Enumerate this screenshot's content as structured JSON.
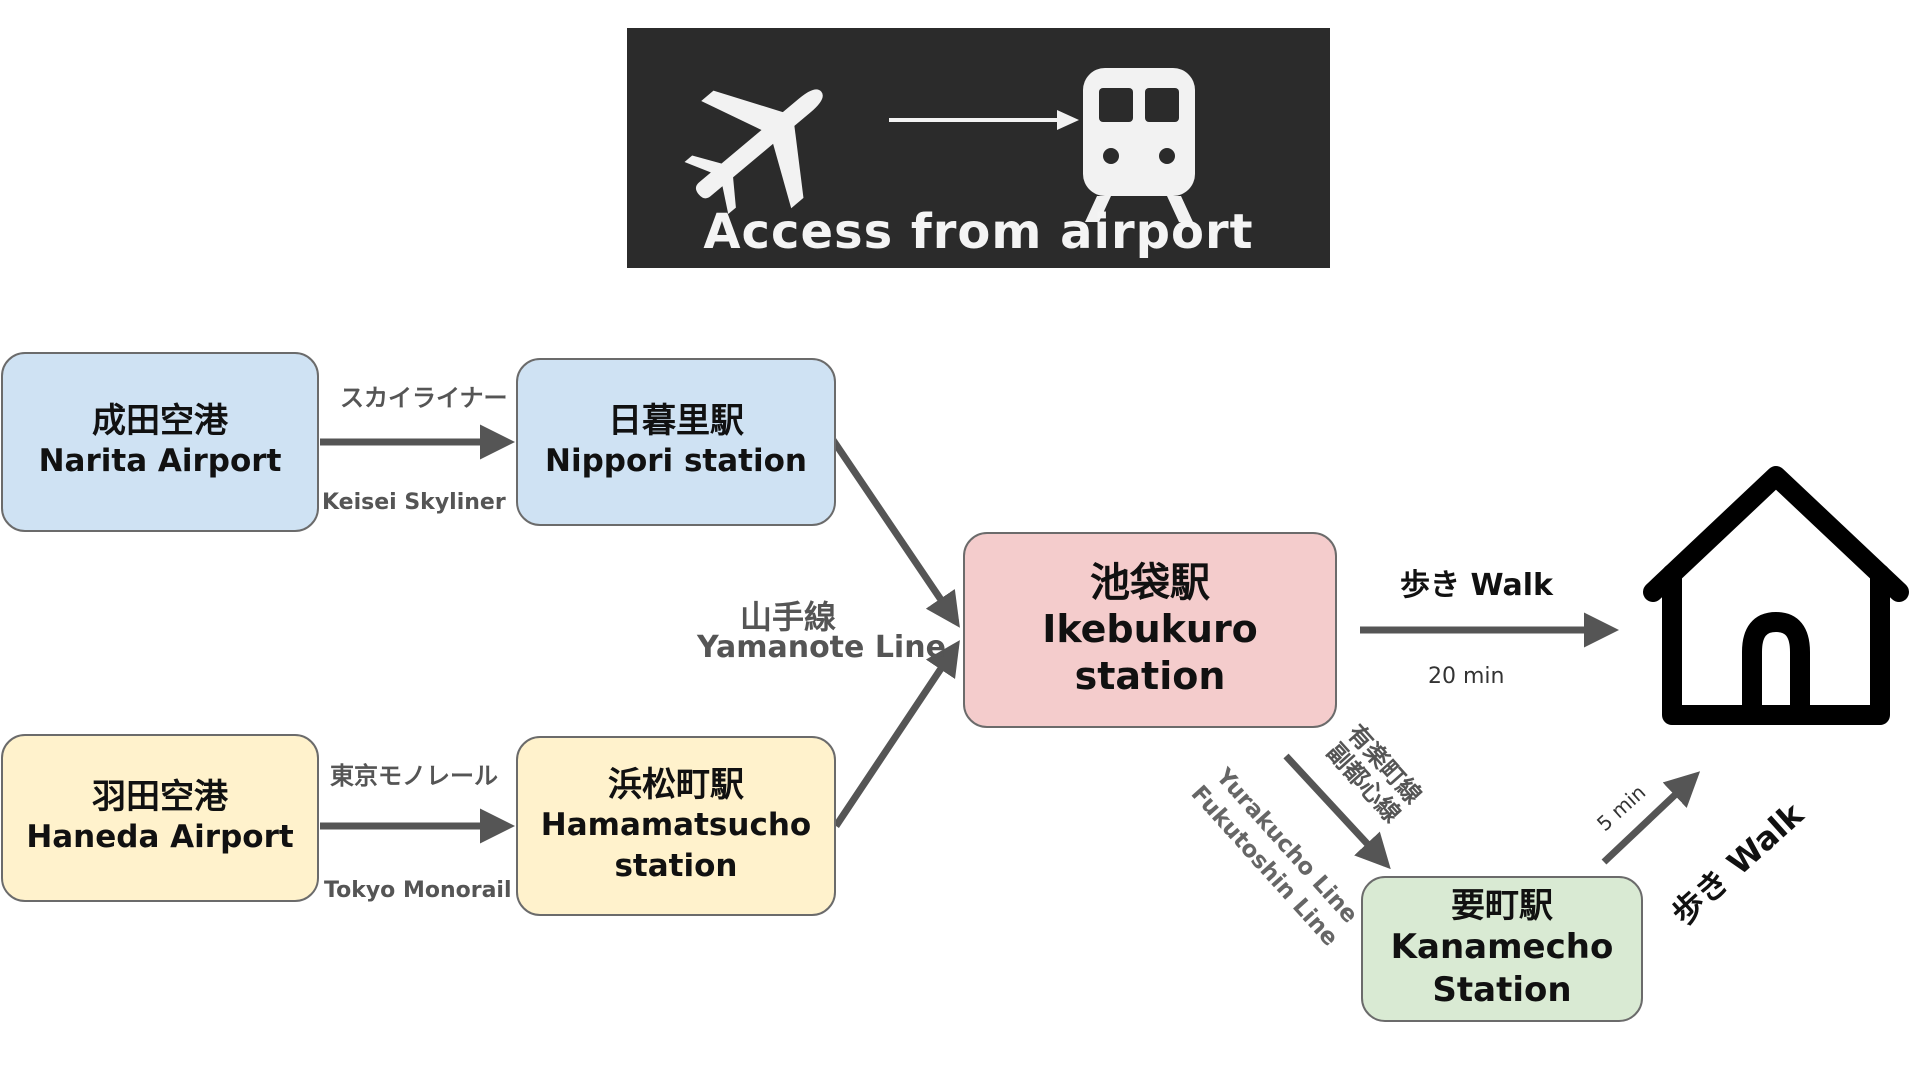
{
  "banner": {
    "title": "Access from airport",
    "icons": [
      "airplane-icon",
      "arrow-right-icon",
      "train-icon"
    ],
    "background": "#2b2b2b"
  },
  "nodes": {
    "narita": {
      "jp": "成田空港",
      "en": "Narita Airport",
      "color": "#cfe2f3"
    },
    "nippori": {
      "jp": "日暮里駅",
      "en": "Nippori station",
      "color": "#cfe2f3"
    },
    "haneda": {
      "jp": "羽田空港",
      "en": "Haneda Airport",
      "color": "#fff2cc"
    },
    "hamamatsucho": {
      "jp": "浜松町駅",
      "en_line1": "Hamamatsucho",
      "en_line2": "station",
      "color": "#fff2cc"
    },
    "ikebukuro": {
      "jp": "池袋駅",
      "en_line1": "Ikebukuro",
      "en_line2": "station",
      "color": "#f4cccc"
    },
    "kanamecho": {
      "jp": "要町駅",
      "en_line1": "Kanamecho",
      "en_line2": "Station",
      "color": "#d9ead3"
    }
  },
  "edges": {
    "skyliner": {
      "jp": "スカイライナー",
      "en": "Keisei Skyliner"
    },
    "monorail": {
      "jp": "東京モノレール",
      "en": "Tokyo Monorail"
    },
    "yamanote": {
      "jp": "山手線",
      "en": "Yamanote Line"
    },
    "walk_direct": {
      "label": "歩き Walk",
      "time": "20 min"
    },
    "yurakucho": {
      "jp_line1": "有楽町線",
      "jp_line2": "副都心線",
      "en_line1": "Yurakucho Line",
      "en_line2": "Fukutoshin Line"
    },
    "walk_from_kanamecho": {
      "label": "歩き Walk",
      "time": "5 min"
    }
  },
  "destination": {
    "icon": "house-icon"
  },
  "colors": {
    "arrow": "#555555",
    "text": "#111111"
  }
}
